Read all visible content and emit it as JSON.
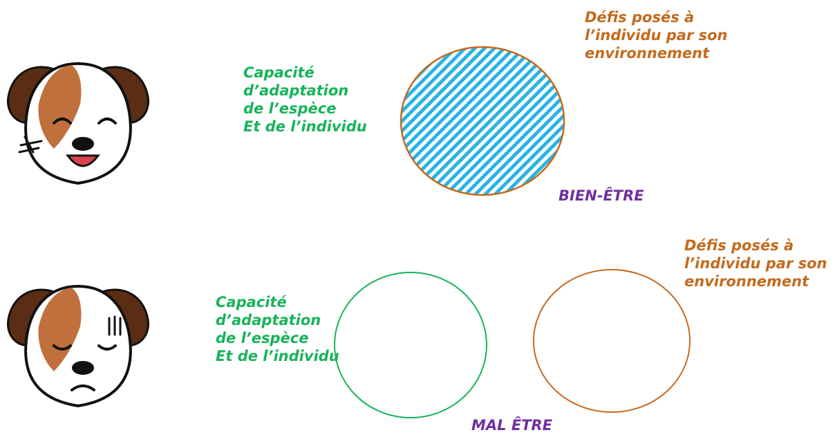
{
  "colors": {
    "capacity": "#17b35a",
    "challenges": "#c46a1c",
    "state": "#7030a0",
    "hatch": "#29b3e3",
    "dog_brown": "#5a2d14",
    "dog_patch": "#c0703d",
    "outline": "#111111"
  },
  "icons": {
    "happy_dog": "happy-dog-icon",
    "sad_dog": "sad-dog-icon"
  },
  "top": {
    "capacity_label": "Capacité\nd’adaptation\nde l’espèce\nEt de l’individu",
    "challenges_label": "Défis posés à\nl’individu par son\nenvironnement",
    "state_label": "BIEN-ÊTRE"
  },
  "bottom": {
    "capacity_label": "Capacité\nd’adaptation\nde l’espèce\nEt de l’individu",
    "challenges_label": "Défis posés à\nl’individu par son\nenvironnement",
    "state_label": "MAL ÊTRE"
  }
}
